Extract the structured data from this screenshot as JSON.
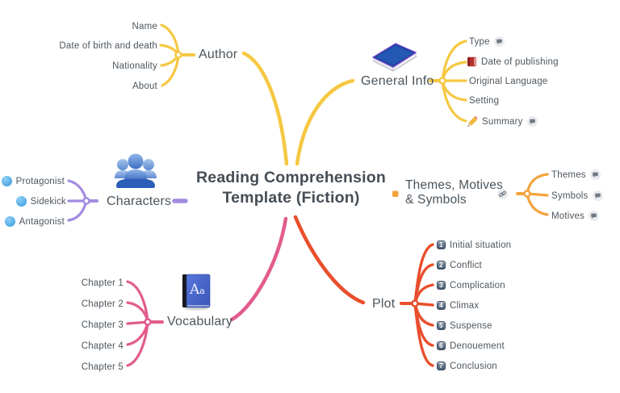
{
  "title": {
    "line1": "Reading Comprehension",
    "line2": "Template (Fiction)"
  },
  "colors": {
    "author_branch": "#F5C843",
    "general_info_branch": "#F5C843",
    "themes_branch": "#F4A33C",
    "characters_branch": "#A38BE0",
    "vocabulary_branch": "#E25C8D",
    "plot_branch": "#E94E2C",
    "child_text": "#4D565E",
    "branch_text": "#4A545C",
    "title_text": "#454D55",
    "character_dot": "#55AFE8",
    "plot_badge": "#46586E",
    "note_icon_bg": "#E9EBEE"
  },
  "branches": {
    "author": {
      "label": "Author",
      "children": [
        {
          "label": "Name"
        },
        {
          "label": "Date of birth and death"
        },
        {
          "label": "Nationality"
        },
        {
          "label": "About"
        }
      ]
    },
    "general_info": {
      "label": "General Info",
      "children": [
        {
          "label": "Type",
          "has_note": true
        },
        {
          "label": "Date of publishing",
          "icon": "red-book-icon"
        },
        {
          "label": "Original Language"
        },
        {
          "label": "Setting"
        },
        {
          "label": "Summary",
          "icon": "pencil-icon",
          "has_note": true
        }
      ]
    },
    "themes_motives_symbols": {
      "label_line1": "Themes, Motives",
      "label_line2": "& Symbols",
      "has_link": true,
      "children": [
        {
          "label": "Themes",
          "has_note": true
        },
        {
          "label": "Symbols",
          "has_note": true
        },
        {
          "label": "Motives",
          "has_note": true
        }
      ]
    },
    "characters": {
      "label": "Characters",
      "children": [
        {
          "label": "Protagonist"
        },
        {
          "label": "Sidekick"
        },
        {
          "label": "Antagonist"
        }
      ]
    },
    "vocabulary": {
      "label": "Vocabulary",
      "children": [
        {
          "label": "Chapter 1"
        },
        {
          "label": "Chapter 2"
        },
        {
          "label": "Chapter 3"
        },
        {
          "label": "Chapter 4"
        },
        {
          "label": "Chapter 5"
        }
      ]
    },
    "plot": {
      "label": "Plot",
      "children": [
        {
          "num": "1",
          "label": "Initial situation"
        },
        {
          "num": "2",
          "label": "Conflict"
        },
        {
          "num": "3",
          "label": "Complication"
        },
        {
          "num": "4",
          "label": "Climax"
        },
        {
          "num": "5",
          "label": "Suspense"
        },
        {
          "num": "6",
          "label": "Denouement"
        },
        {
          "num": "7",
          "label": "Conclusion"
        }
      ]
    }
  },
  "icons": {
    "general_info": "blue-3d-book-icon",
    "characters": "people-group-icon",
    "vocabulary": "dictionary-aa-icon",
    "date_of_publishing": "red-book-icon",
    "summary": "pencil-icon",
    "note": "note-bubble-icon",
    "link": "chain-link-icon",
    "character_marker": "blue-dot"
  }
}
